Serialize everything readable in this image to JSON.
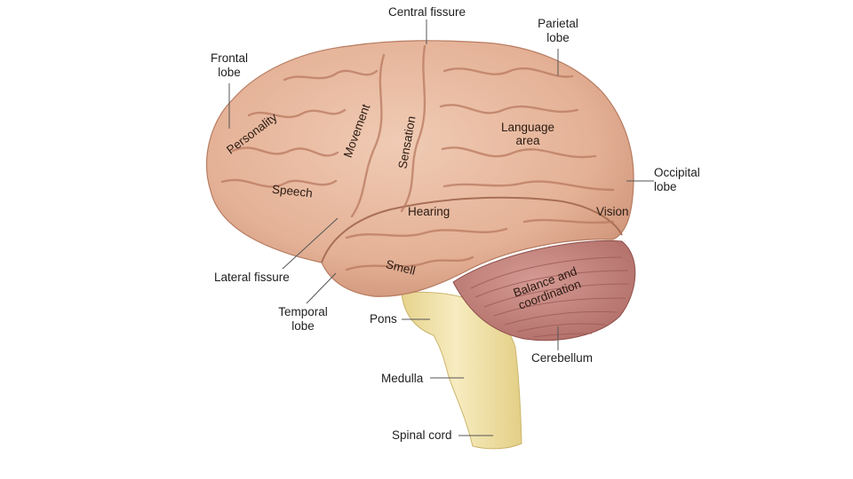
{
  "labels": {
    "central_fissure": "Central fissure",
    "parietal_lobe": "Parietal\nlobe",
    "frontal_lobe": "Frontal\nlobe",
    "occipital_lobe": "Occipital\nlobe",
    "lateral_fissure": "Lateral fissure",
    "temporal_lobe": "Temporal\nlobe",
    "pons": "Pons",
    "medulla": "Medulla",
    "spinal_cord": "Spinal cord",
    "cerebellum": "Cerebellum"
  },
  "regions": {
    "personality": "Personality",
    "movement": "Movement",
    "sensation": "Sensation",
    "language_area": "Language\narea",
    "speech": "Speech",
    "hearing": "Hearing",
    "vision": "Vision",
    "smell": "Smell",
    "balance": "Balance and\ncoordination"
  },
  "colors": {
    "cortex": "#e7b9a0",
    "cortex_shadow": "#c98f74",
    "cerebellum": "#c98580",
    "brainstem": "#f1e3a6",
    "leader_line": "#555555"
  }
}
